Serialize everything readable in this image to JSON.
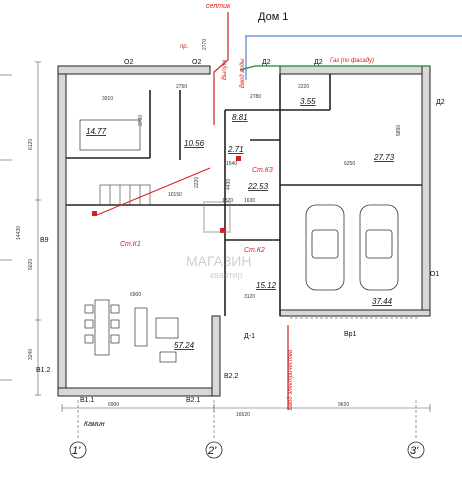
{
  "title": "Дом 1",
  "top_label": "септик",
  "annotations": {
    "vent": "Выпуск",
    "water_in": "Ввод воды",
    "gas": "Газ (по фасаду)",
    "electric_in": "Ввод электричества",
    "fireplace": "Камин",
    "pr": "пр."
  },
  "watermark": {
    "line1": "МАГАЗИН",
    "line2": "квартир"
  },
  "rooms": [
    {
      "id": "r1",
      "area": "14.77"
    },
    {
      "id": "r2",
      "area": "10.56"
    },
    {
      "id": "r3",
      "area": "8.81"
    },
    {
      "id": "r4",
      "area": "2.71"
    },
    {
      "id": "r5",
      "area": "3.55"
    },
    {
      "id": "r6",
      "area": "27.73"
    },
    {
      "id": "r7",
      "area": "22.53"
    },
    {
      "id": "r8",
      "area": "15.12"
    },
    {
      "id": "r9",
      "area": "57.24"
    },
    {
      "id": "r10",
      "area": "37.44"
    }
  ],
  "risers": {
    "k1": "Ст.К1",
    "k2": "Ст.К2",
    "k3": "Ст.К3"
  },
  "openings": {
    "o2a": "О2",
    "o2b": "О2",
    "d2a": "Д2",
    "d2b": "Д2",
    "d2c": "Д2",
    "b9": "В9",
    "b12": "В1.2",
    "b11": "В1.1",
    "b21": "В2.1",
    "b22": "В2.2",
    "d1": "Д-1",
    "vr1": "Вр1",
    "o1": "О1"
  },
  "axes": {
    "a1": "1'",
    "a2": "2'",
    "a3": "3'"
  },
  "dimensions": {
    "d3910": "3910",
    "d2750": "2750",
    "d2780": "2780",
    "d2220a": "2220",
    "d5890": "5890",
    "d6250": "6250",
    "d10150": "10150",
    "d2220b": "2220",
    "d6900a": "6900",
    "d3120": "3120",
    "d6900b": "6900",
    "d16520": "16520",
    "d9620": "9620",
    "d14430": "14430",
    "d6120": "6120",
    "d5020": "5020",
    "d3240": "3240",
    "d3780": "3780",
    "d2770": "2770",
    "d1540": "1540",
    "d1630": "1630",
    "d4430": "4430",
    "d1820": "1820"
  }
}
